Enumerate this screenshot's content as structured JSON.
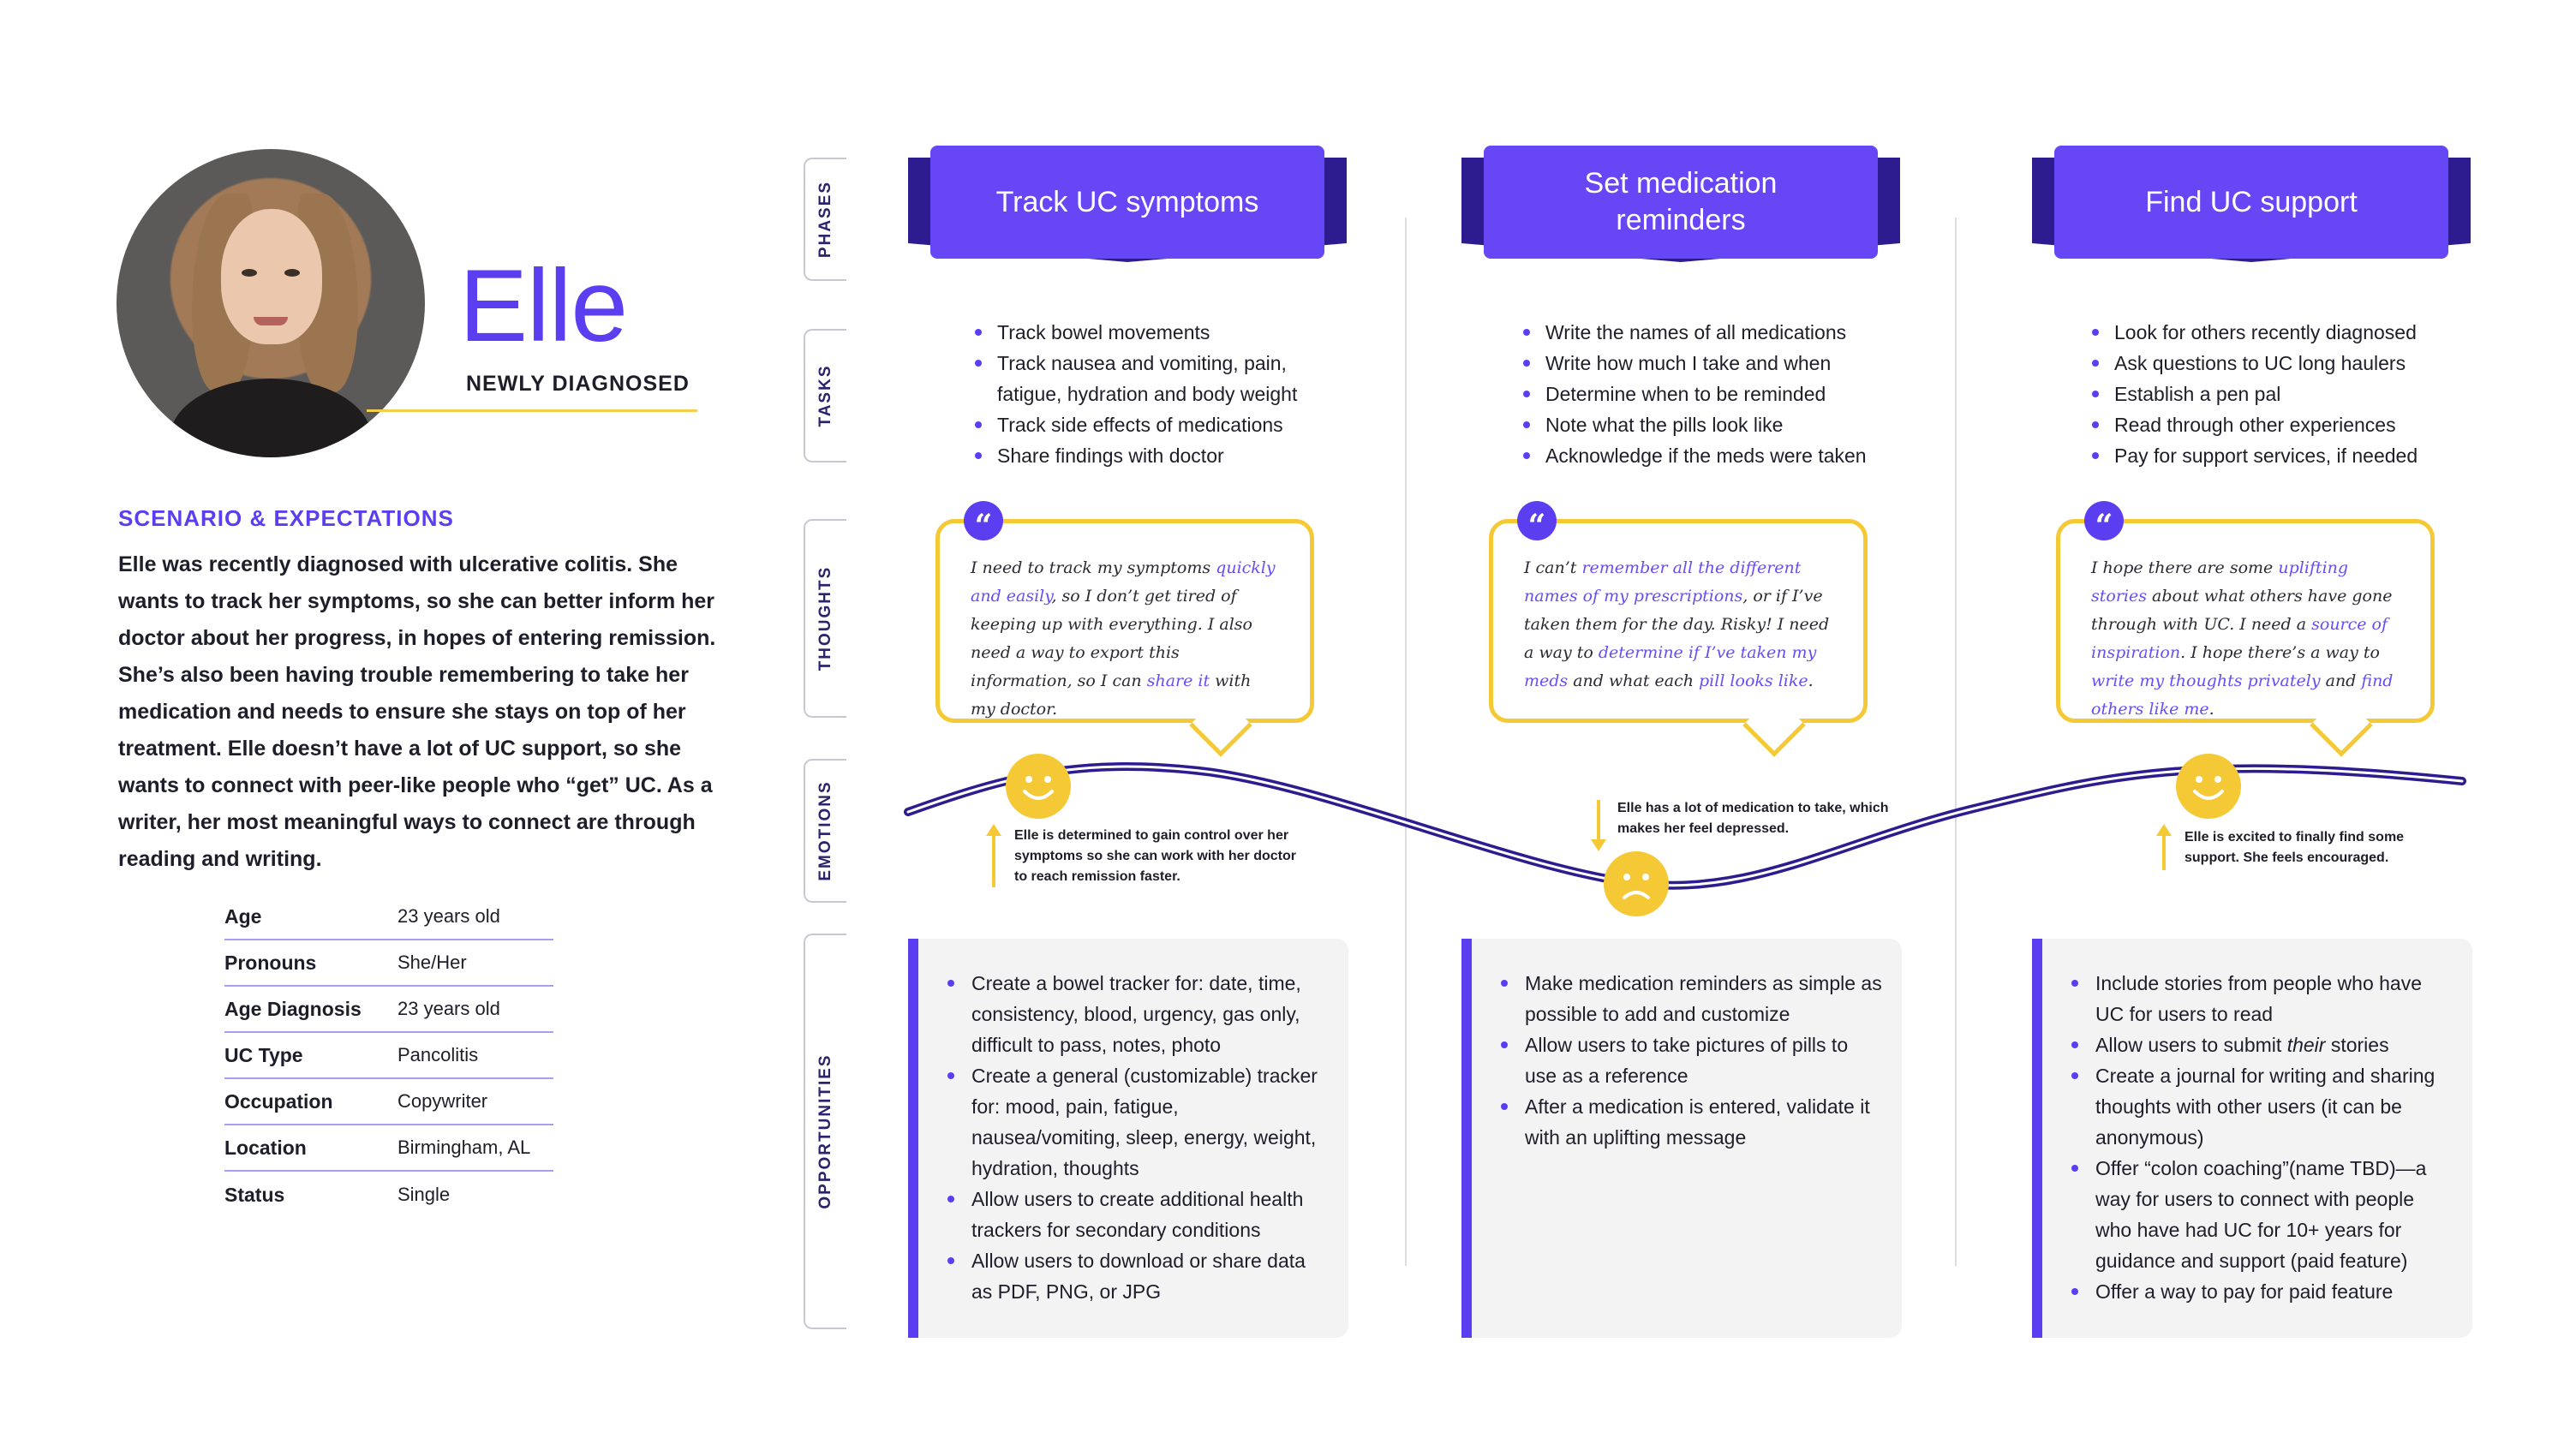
{
  "persona": {
    "name": "Elle",
    "status": "NEWLY DIAGNOSED",
    "scenario_title": "SCENARIO & EXPECTATIONS",
    "scenario_body": "Elle was recently diagnosed with ulcerative colitis. She wants to track her symptoms, so she can better inform her doctor about her progress, in hopes of entering remission. She’s also been having trouble remembering to take her medication and needs to ensure she stays on top of her treatment. Elle doesn’t have a lot of UC support, so she wants to connect with peer-like people who “get” UC. As a writer, her most meaningful ways to connect are through reading and writing.",
    "facts": [
      {
        "label": "Age",
        "value": "23 years old"
      },
      {
        "label": "Pronouns",
        "value": "She/Her"
      },
      {
        "label": "Age Diagnosis",
        "value": "23 years old"
      },
      {
        "label": "UC Type",
        "value": "Pancolitis"
      },
      {
        "label": "Occupation",
        "value": "Copywriter"
      },
      {
        "label": "Location",
        "value": "Birmingham, AL"
      },
      {
        "label": "Status",
        "value": "Single"
      }
    ]
  },
  "rows": {
    "phases": "PHASES",
    "tasks": "TASKS",
    "thoughts": "THOUGHTS",
    "emotions": "EMOTIONS",
    "opportunities": "OPPORTUNITIES"
  },
  "columns": [
    {
      "phase": "Track UC symptoms",
      "tasks": [
        "Track bowel movements",
        "Track nausea and vomiting, pain, fatigue, hydration and body weight",
        "Track side effects of medications",
        "Share findings with doctor"
      ],
      "thought": [
        {
          "t": "I need to track my symptoms "
        },
        {
          "t": "quickly and easily",
          "h": true
        },
        {
          "t": ", so I don’t get tired of keeping up with everything. I also need a way to export this information, so I can "
        },
        {
          "t": "share it",
          "h": true
        },
        {
          "t": " with my doctor."
        }
      ],
      "emotion": {
        "mood": "happy",
        "direction": "up",
        "note": "Elle is determined to gain control over her symptoms so she can work with her doctor to reach remission faster."
      },
      "opportunities": [
        [
          {
            "t": "Create a bowel tracker for: date, time, consistency, blood, urgency, gas only, difficult to pass, notes, photo"
          }
        ],
        [
          {
            "t": "Create a general (customizable) tracker for: mood, pain, fatigue, nausea/vomiting, sleep, energy, weight, hydration, thoughts"
          }
        ],
        [
          {
            "t": "Allow users to create additional health trackers for secondary conditions"
          }
        ],
        [
          {
            "t": "Allow users to download or share data as PDF, PNG, or JPG"
          }
        ]
      ]
    },
    {
      "phase": "Set medication reminders",
      "tasks": [
        "Write the names of all medications",
        "Write how much I take and when",
        "Determine when to be reminded",
        "Note what the pills look like",
        "Acknowledge if the meds were taken"
      ],
      "thought": [
        {
          "t": "I can’t "
        },
        {
          "t": "remember all the different names of my prescriptions",
          "h": true
        },
        {
          "t": ", or if I’ve taken them for the day. Risky! I need a way to "
        },
        {
          "t": "determine if I’ve taken my meds",
          "h": true
        },
        {
          "t": " and what each "
        },
        {
          "t": "pill looks like",
          "h": true
        },
        {
          "t": "."
        }
      ],
      "emotion": {
        "mood": "sad",
        "direction": "down",
        "note": "Elle has a lot of medication to take, which makes her feel depressed."
      },
      "opportunities": [
        [
          {
            "t": "Make medication reminders as simple as possible to add and customize"
          }
        ],
        [
          {
            "t": "Allow users to take pictures of pills to use as a reference"
          }
        ],
        [
          {
            "t": "After a medication is entered, validate it with an uplifting message"
          }
        ]
      ]
    },
    {
      "phase": "Find UC support",
      "tasks": [
        "Look for others recently diagnosed",
        "Ask questions to UC long haulers",
        "Establish a pen pal",
        "Read through other experiences",
        "Pay for support services, if needed"
      ],
      "thought": [
        {
          "t": "I hope there are some "
        },
        {
          "t": "uplifting stories",
          "h": true
        },
        {
          "t": " about what others have gone through with UC. I need a "
        },
        {
          "t": "source of inspiration",
          "h": true
        },
        {
          "t": ". I hope there’s a way to "
        },
        {
          "t": "write my thoughts privately",
          "h": true
        },
        {
          "t": " and "
        },
        {
          "t": "find others like me",
          "h": true
        },
        {
          "t": "."
        }
      ],
      "emotion": {
        "mood": "happy",
        "direction": "up",
        "note": "Elle is excited to finally find some support. She feels encouraged."
      },
      "opportunities": [
        [
          {
            "t": "Include stories from people who have UC for users to read"
          }
        ],
        [
          {
            "t": "Allow users to submit "
          },
          {
            "t": "their",
            "i": true
          },
          {
            "t": " stories"
          }
        ],
        [
          {
            "t": "Create a journal for writing and sharing thoughts with other users (it can be anonymous)"
          }
        ],
        [
          {
            "t": "Offer “colon coaching”(name TBD)—a way for users to connect with people who have had UC for 10+ years for guidance and support (paid feature)"
          }
        ],
        [
          {
            "t": "Offer a way to pay for paid feature"
          }
        ]
      ]
    }
  ],
  "colors": {
    "accent": "#5b3ef0",
    "phase_front": "#6747f5",
    "phase_back": "#2c1c8f",
    "thought_border": "#f4c935",
    "emoji": "#f4c935",
    "card_bg": "#f3f3f4"
  }
}
